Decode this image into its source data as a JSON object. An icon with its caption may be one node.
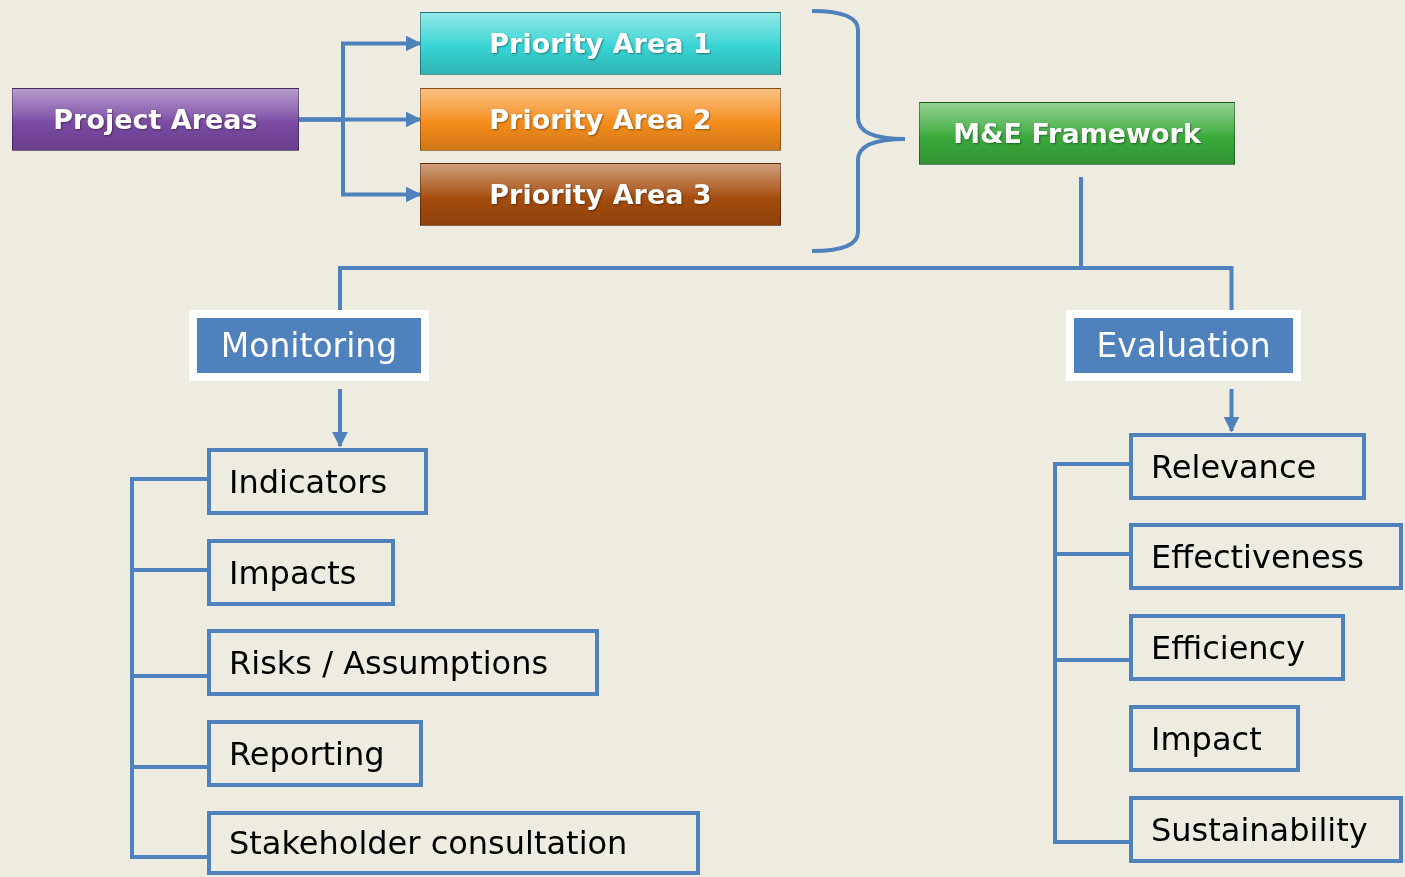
{
  "diagram": {
    "nodes": [
      {
        "text": [
          "Project Areas"
        ]
      },
      {
        "text": [
          "Priority Area 1"
        ]
      },
      {
        "text": [
          "Priority Area 2"
        ]
      },
      {
        "text": [
          "Priority Area 3"
        ]
      },
      {
        "text": [
          "M&E Framework"
        ]
      },
      {
        "text": [
          "Monitoring"
        ]
      },
      {
        "text": [
          "Evaluation"
        ]
      },
      {
        "text": [
          "Indicators"
        ]
      },
      {
        "text": [
          "Impacts"
        ]
      },
      {
        "text": [
          "Risks / Assumptions"
        ]
      },
      {
        "text": [
          "Reporting"
        ]
      },
      {
        "text": [
          "Stakeholder consultation"
        ]
      },
      {
        "text": [
          "Relevance"
        ]
      },
      {
        "text": [
          "Effectiveness"
        ]
      },
      {
        "text": [
          "Efficiency"
        ]
      },
      {
        "text": [
          "Impact"
        ]
      },
      {
        "text": [
          "Sustainability"
        ]
      }
    ],
    "edges": [
      {
        "from": 0,
        "to": 1,
        "arrow": "to"
      },
      {
        "from": 0,
        "to": 2,
        "arrow": "to"
      },
      {
        "from": 0,
        "to": 3,
        "arrow": "to"
      },
      {
        "from": 4,
        "to": 5,
        "arrow": "none"
      },
      {
        "from": 4,
        "to": 6,
        "arrow": "none"
      },
      {
        "from": 5,
        "to": 7,
        "arrow": "to"
      },
      {
        "from": 6,
        "to": 12,
        "arrow": "to"
      }
    ]
  }
}
